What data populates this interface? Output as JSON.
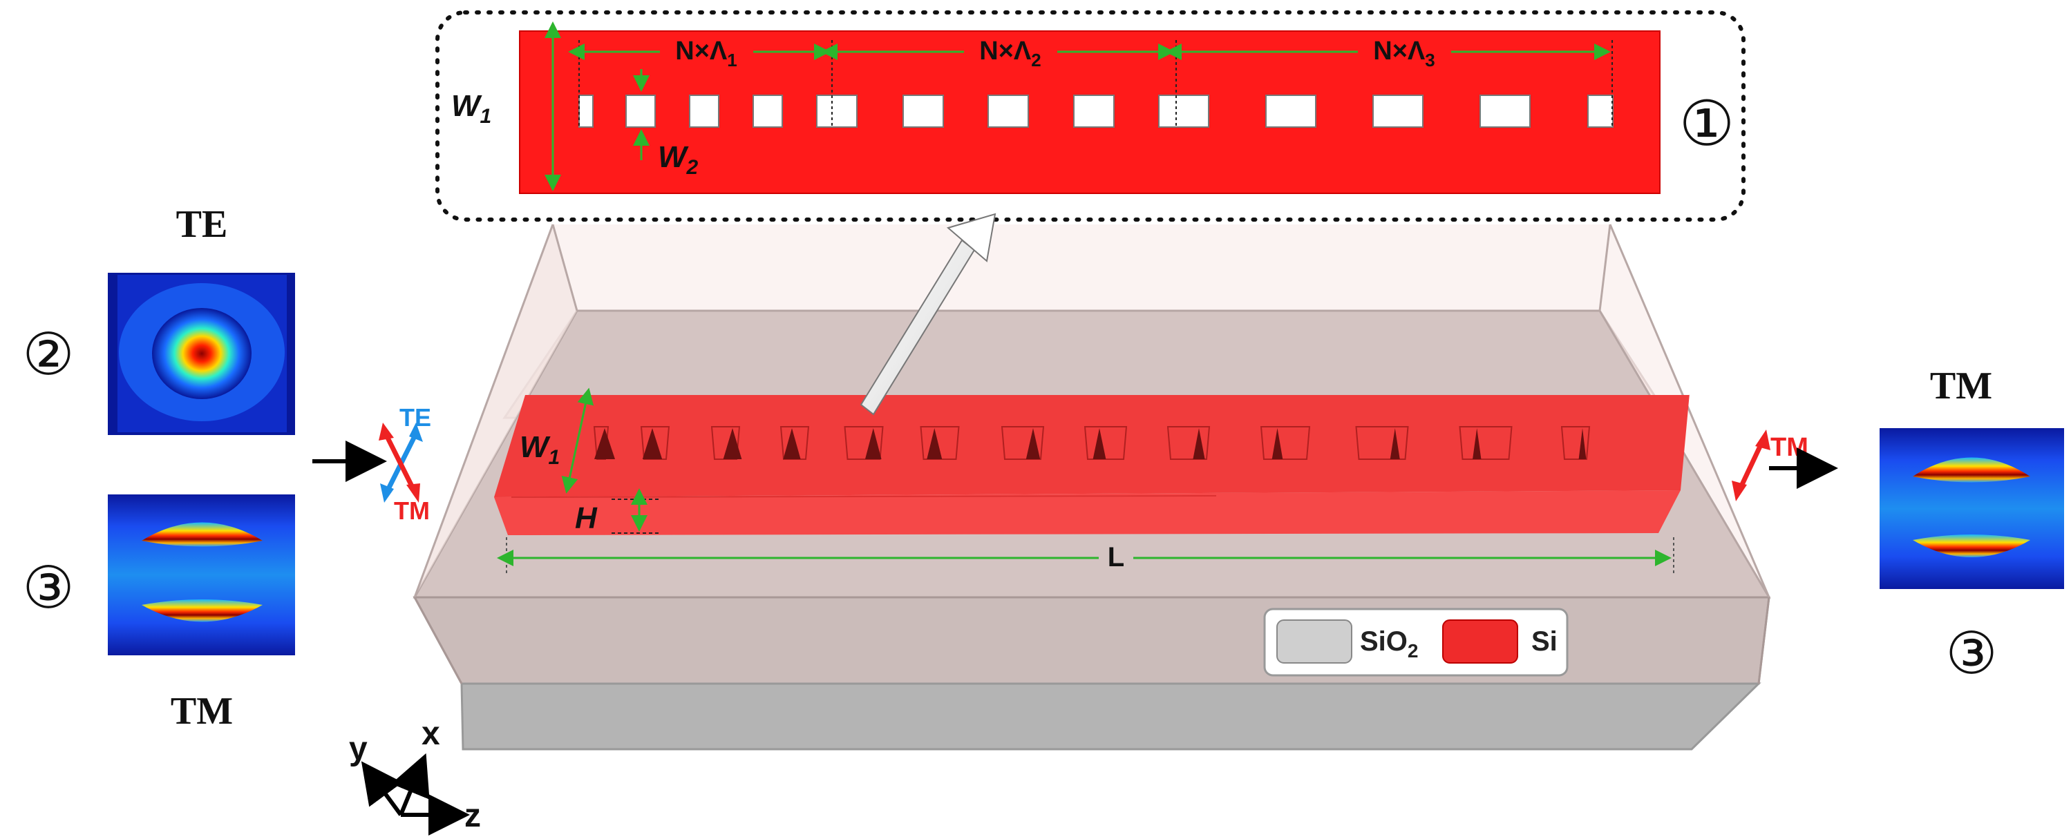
{
  "labels": {
    "te_top": "TE",
    "tm_bottom_left": "TM",
    "tm_right": "TM",
    "marker_1": "①",
    "marker_2": "②",
    "marker_3_left": "③",
    "marker_3_right": "③",
    "w1_inset": "W",
    "w1_inset_sub": "1",
    "w2_inset": "W",
    "w2_inset_sub": "2",
    "period_1": "N×Λ",
    "period_1_sub": "1",
    "period_2": "N×Λ",
    "period_2_sub": "2",
    "period_3": "N×Λ",
    "period_3_sub": "3",
    "w1_main": "W",
    "w1_main_sub": "1",
    "height": "H",
    "length": "L",
    "pol_te": "TE",
    "pol_tm_in": "TM",
    "pol_tm_out": "TM",
    "axis_x": "x",
    "axis_y": "y",
    "axis_z": "z"
  },
  "legend": {
    "sio2_main": "SiO",
    "sio2_sub": "2",
    "si": "Si"
  },
  "colors": {
    "silicon": "#ff1a1a",
    "silicon_main": "#f23a3a",
    "cladding": "#d9c8c6",
    "substrate": "#b3b3b3",
    "dimension": "#2db52d",
    "te_arrow": "#1e8fe6",
    "tm_arrow": "#ee2222",
    "legend_sio2": "#cfcfcf",
    "legend_si": "#ef2b2b"
  }
}
